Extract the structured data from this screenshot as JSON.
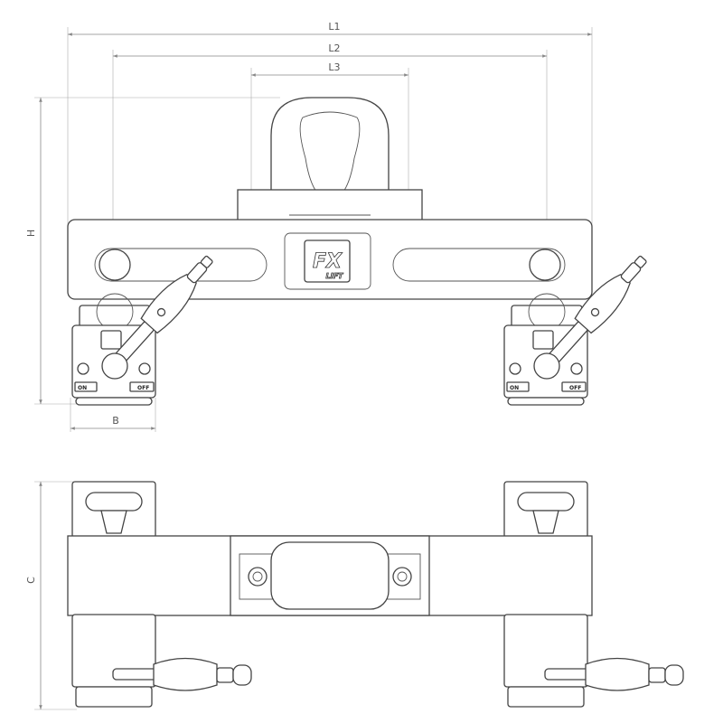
{
  "dimensions": {
    "l1": "L1",
    "l2": "L2",
    "l3": "L3",
    "h": "H",
    "b": "B",
    "c": "C"
  },
  "logo": {
    "brand": "FX",
    "sub": "LIFT"
  },
  "magnet_labels": {
    "on": "ON",
    "off": "OFF"
  },
  "colors": {
    "line": "#444444",
    "dimension": "#888888"
  }
}
